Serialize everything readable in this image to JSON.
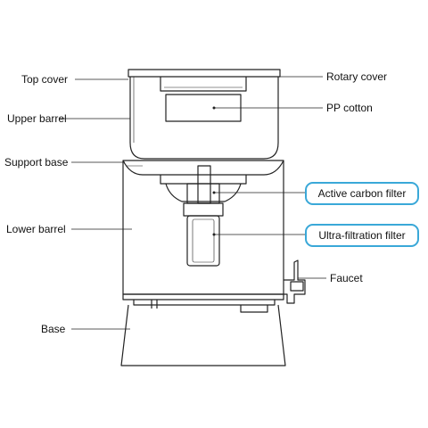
{
  "labels": {
    "top_cover": "Top cover",
    "upper_barrel": "Upper barrel",
    "support_base": "Support base",
    "lower_barrel": "Lower barrel",
    "base": "Base",
    "rotary_cover": "Rotary cover",
    "pp_cotton": "PP cotton",
    "active_carbon_filter": "Active carbon filter",
    "ultra_filtration_filter": "Ultra-filtration filter",
    "faucet": "Faucet"
  },
  "colors": {
    "line": "#222222",
    "highlight_border": "#3aa8d8",
    "background": "#ffffff"
  }
}
